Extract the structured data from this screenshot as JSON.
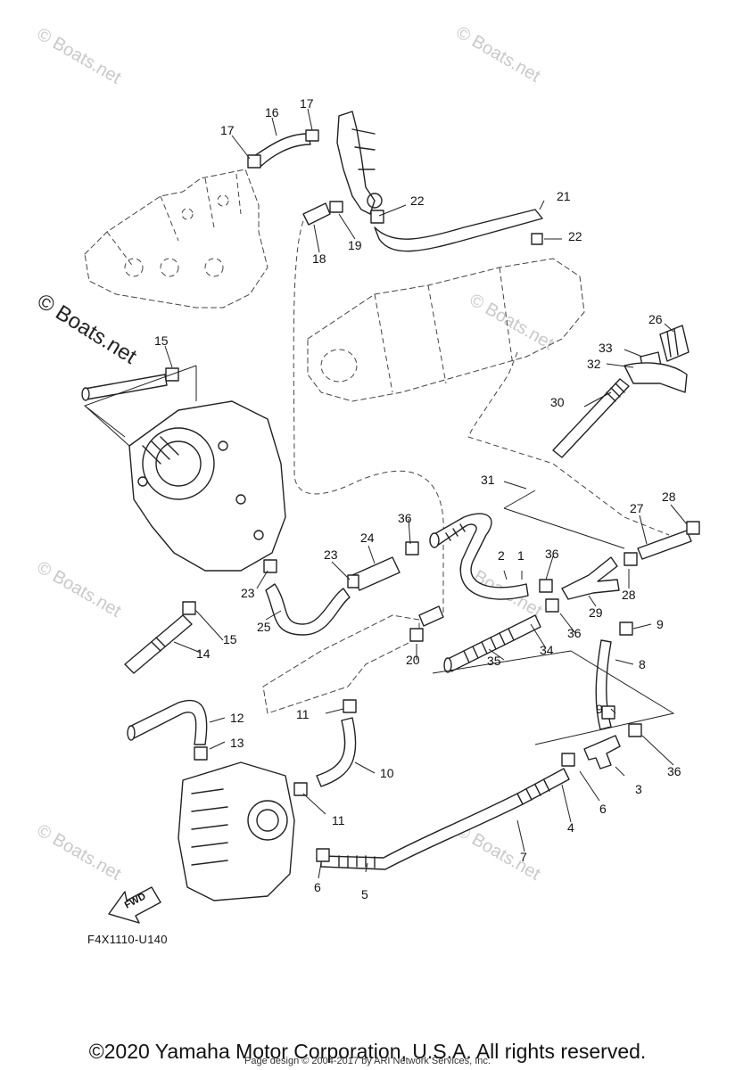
{
  "watermarks": {
    "small": "© Boats.net",
    "large": "© Boats.net"
  },
  "diagram_code": "F4X1110-U140",
  "fwd_label": "FWD",
  "callouts": [
    "1",
    "2",
    "3",
    "4",
    "5",
    "6",
    "6",
    "7",
    "8",
    "9",
    "9",
    "10",
    "11",
    "11",
    "12",
    "13",
    "14",
    "15",
    "15",
    "16",
    "17",
    "17",
    "18",
    "19",
    "20",
    "21",
    "22",
    "22",
    "23",
    "23",
    "24",
    "25",
    "26",
    "27",
    "28",
    "28",
    "29",
    "30",
    "31",
    "32",
    "33",
    "34",
    "35",
    "36",
    "36",
    "36",
    "36"
  ],
  "copyright": "©2020 Yamaha Motor Corporation, U.S.A. All rights reserved.",
  "credit": "Page design © 2004-2017 by ARI Network Services, Inc."
}
